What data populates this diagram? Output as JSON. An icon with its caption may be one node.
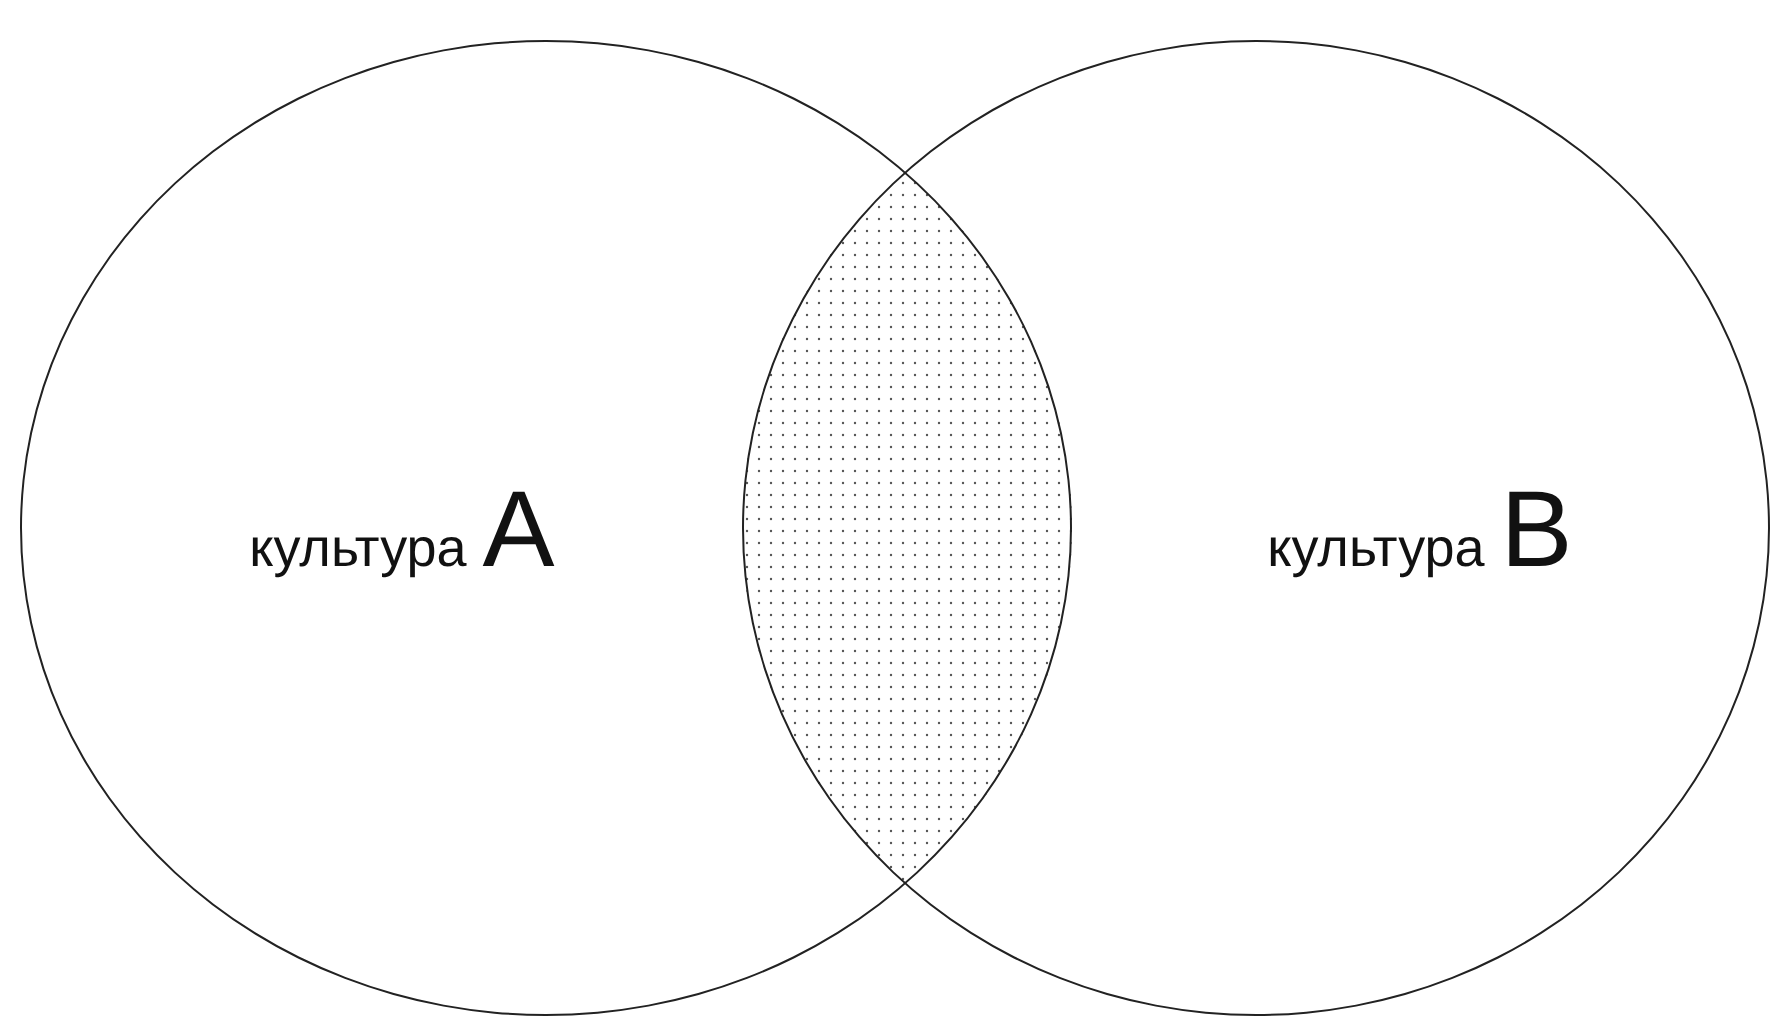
{
  "diagram": {
    "nodes": [
      {
        "text": [
          "культура",
          "A"
        ]
      },
      {
        "text": [
          "культура",
          "B"
        ]
      },
      {
        "text": [],
        "shape": "lens"
      }
    ]
  }
}
